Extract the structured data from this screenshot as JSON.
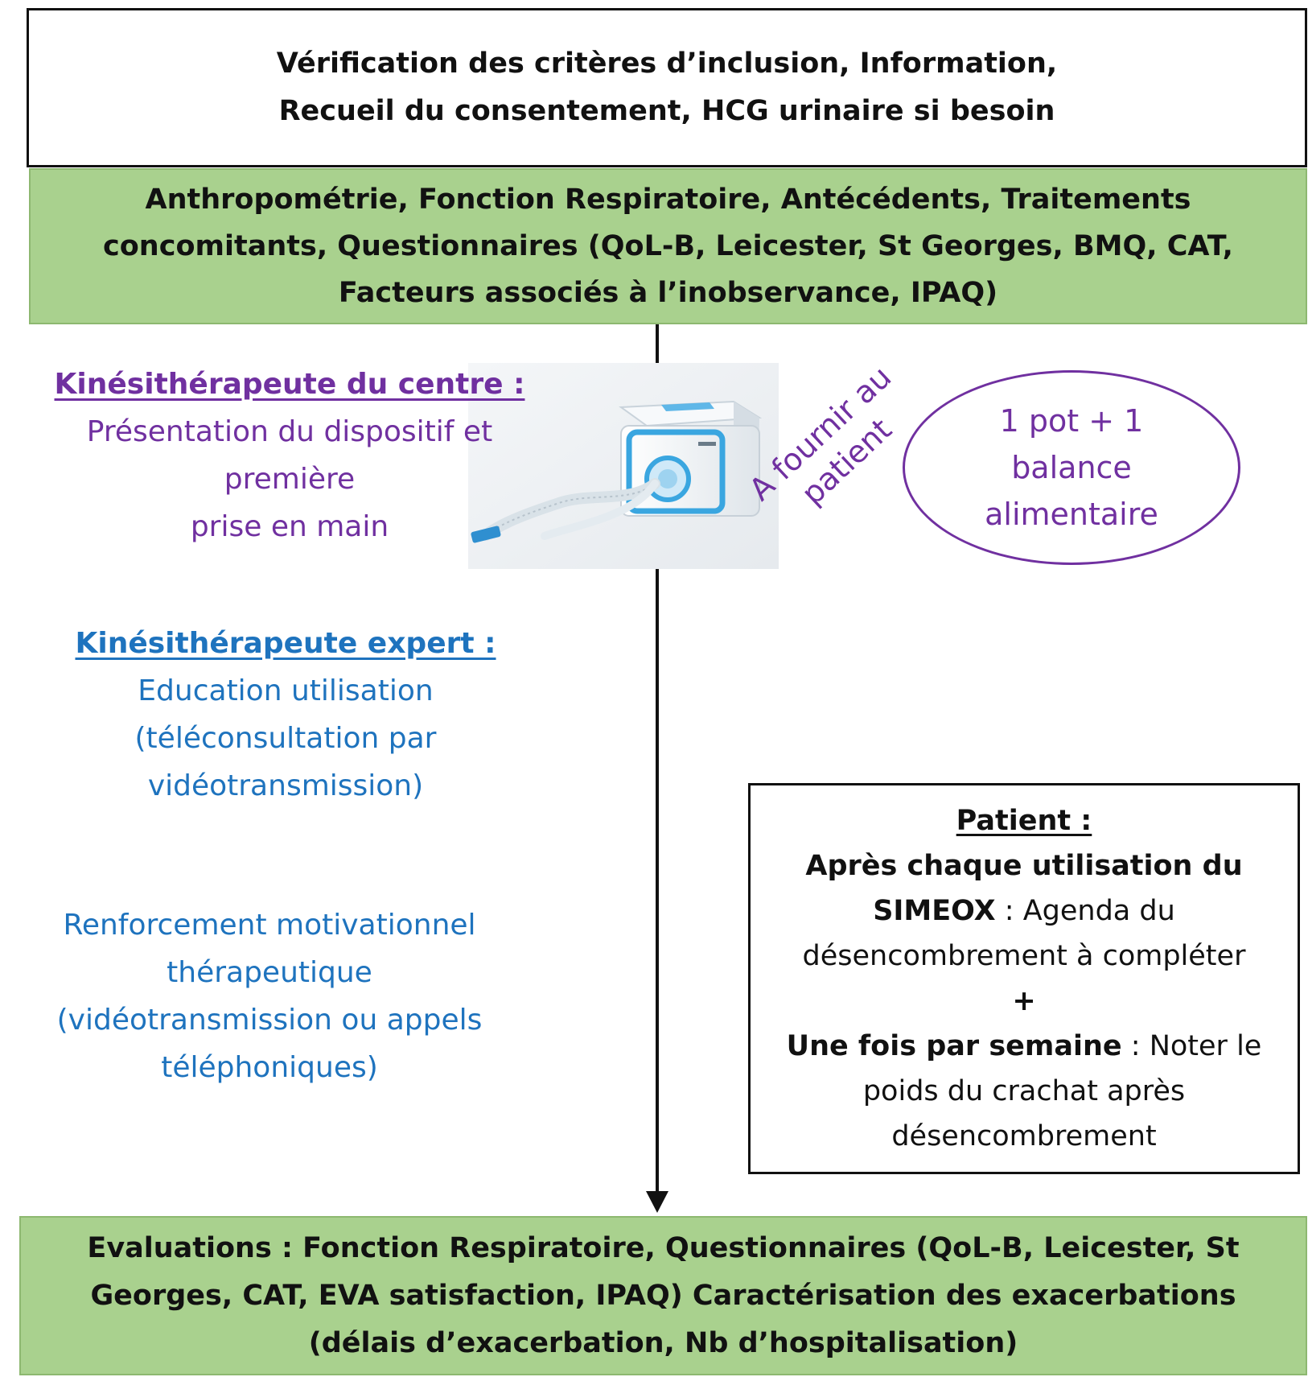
{
  "boxes": {
    "top": {
      "lines": [
        "Vérification des critères d’inclusion, Information,",
        "Recueil du consentement, HCG urinaire si besoin"
      ]
    },
    "baseline": {
      "lines": [
        "Anthropométrie, Fonction Respiratoire, Antécédents, Traitements",
        "concomitants, Questionnaires (QoL-B, Leicester, St Georges, BMQ, CAT,",
        "Facteurs associés à l’inobservance, IPAQ)"
      ],
      "fill": "#a9d18e"
    },
    "final": {
      "lines": [
        "Evaluations : Fonction Respiratoire, Questionnaires (QoL-B, Leicester, St",
        "Georges, CAT, EVA satisfaction, IPAQ) Caractérisation des exacerbations",
        "(délais d’exacerbation, Nb d’hospitalisation)"
      ],
      "fill": "#a9d18e"
    }
  },
  "kine_centre": {
    "title": "Kinésithérapeute du centre :",
    "lines": [
      "Présentation du dispositif et",
      "première",
      "prise en main"
    ],
    "color": "#7030a0"
  },
  "device_label": {
    "lines": [
      "A fournir au",
      "patient"
    ],
    "color": "#7030a0"
  },
  "provision_ellipse": {
    "lines": [
      "1 pot + 1",
      "balance",
      "alimentaire"
    ],
    "color": "#7030a0"
  },
  "kine_expert": {
    "title": "Kinésithérapeute expert :",
    "lines": [
      "Education utilisation",
      "(téléconsultation par",
      "vidéotransmission)"
    ],
    "color": "#1e73be"
  },
  "renforcement": {
    "lines": [
      "Renforcement motivationnel",
      "thérapeutique",
      "(vidéotransmission ou appels",
      "téléphoniques)"
    ],
    "color": "#1e73be"
  },
  "patient_box": {
    "title": "Patient :",
    "line1_bold": "Après chaque utilisation du",
    "line2_bold": "SIMEOX",
    "line2_rest": " : Agenda du",
    "line3": "désencombrement à compléter",
    "plus": "+",
    "line5_bold": "Une fois par semaine",
    "line5_rest": " : Noter le",
    "line6": "poids du crachat après",
    "line7": "désencombrement"
  }
}
